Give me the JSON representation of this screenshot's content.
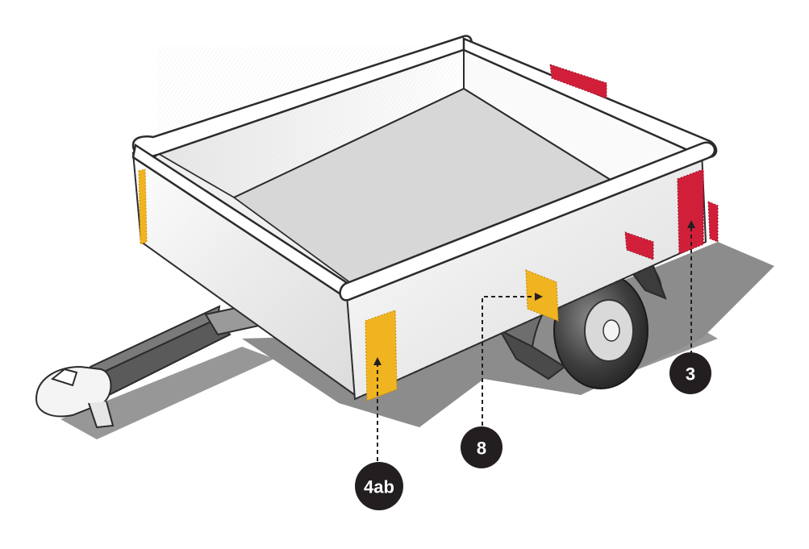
{
  "diagram": {
    "colors": {
      "reflector_amber": "#f0b421",
      "reflector_red": "#d11f3a",
      "badge_fill": "#231f20",
      "badge_text": "#ffffff",
      "shadow": "#8c8c8c",
      "trailer_outline": "#2b2b2b",
      "trailer_body": "#f2f2f2",
      "bed_floor": "#d7d7d7",
      "drawbar": "#555555"
    },
    "callouts": [
      {
        "id": "4ab",
        "label": "4ab",
        "reflector_color": "amber"
      },
      {
        "id": "8",
        "label": "8",
        "reflector_color": "amber"
      },
      {
        "id": "3",
        "label": "3",
        "reflector_color": "red"
      }
    ]
  }
}
